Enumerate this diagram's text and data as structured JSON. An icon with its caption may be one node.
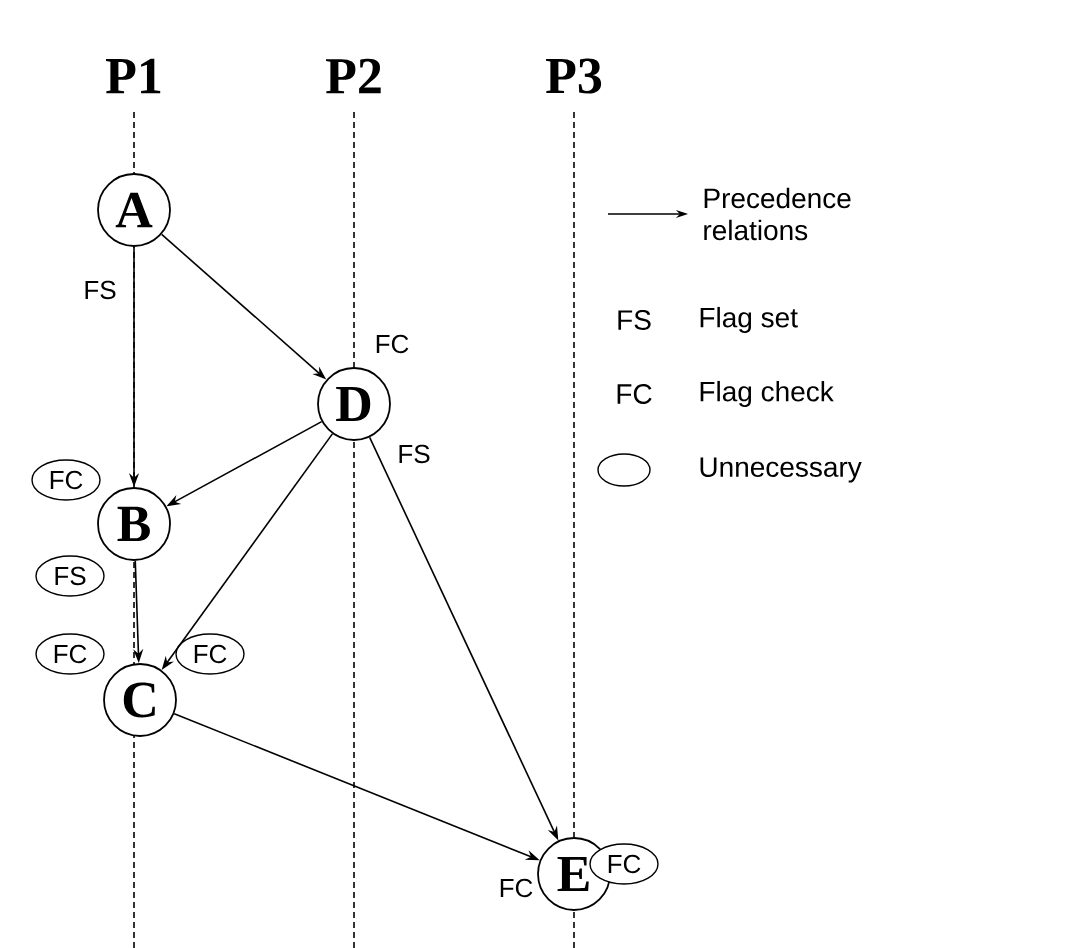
{
  "diagram": {
    "nodes": [
      {
        "text": [
          "A"
        ],
        "beside": [
          "FS"
        ]
      },
      {
        "text": [
          "D"
        ],
        "beside": [
          "FC",
          "FS"
        ]
      },
      {
        "text": [
          "B"
        ]
      },
      {
        "text": [
          "C"
        ]
      },
      {
        "text": [
          "E"
        ],
        "beside": [
          "FC"
        ]
      },
      {
        "text": [
          "FC"
        ]
      },
      {
        "text": [
          "FS"
        ]
      },
      {
        "text": [
          "FC"
        ]
      },
      {
        "text": [
          "FC"
        ]
      },
      {
        "text": [
          "FC"
        ]
      }
    ],
    "edges": [
      {
        "from": 0,
        "to": 1,
        "arrow": "to"
      },
      {
        "from": 0,
        "to": 2,
        "arrow": "to"
      },
      {
        "from": 1,
        "to": 2,
        "arrow": "to"
      },
      {
        "from": 1,
        "to": 3,
        "arrow": "to"
      },
      {
        "from": 2,
        "to": 3,
        "arrow": "to"
      },
      {
        "from": 1,
        "to": 4,
        "arrow": "to"
      },
      {
        "from": 3,
        "to": 4,
        "arrow": "to"
      }
    ],
    "labels": [
      "P1",
      "P2",
      "P3",
      "FS",
      "FC"
    ],
    "legend": [
      {
        "text": "Precedence relations"
      },
      {
        "text": "Flag set"
      },
      {
        "text": "Flag check"
      },
      {
        "text": "Unnecessary"
      }
    ]
  }
}
